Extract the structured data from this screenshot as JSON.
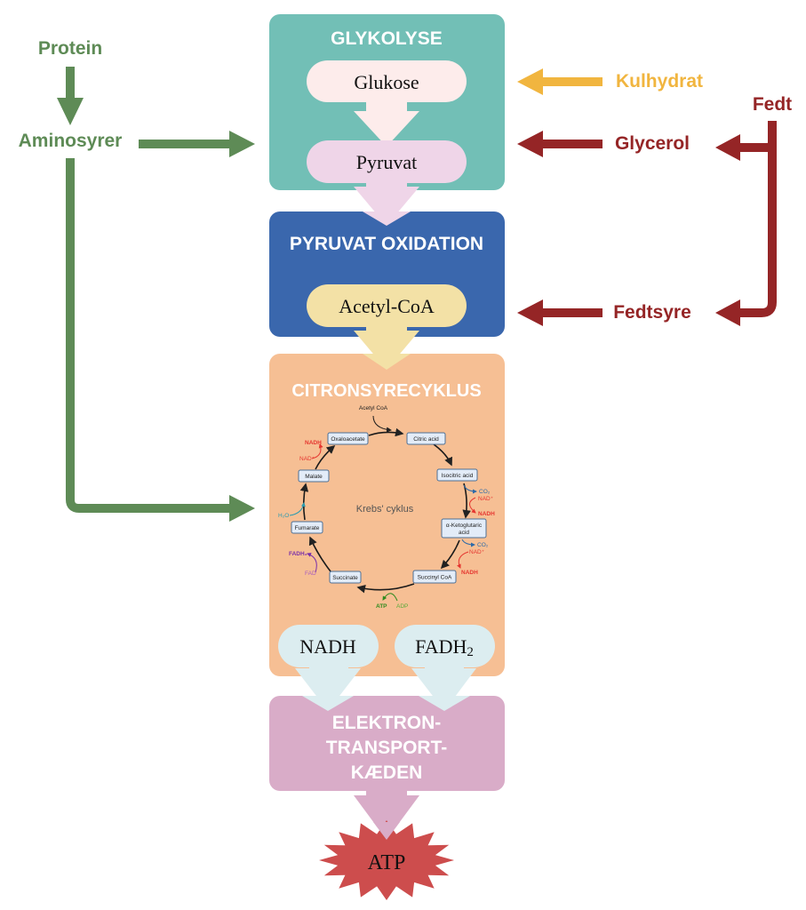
{
  "colors": {
    "glycolysis": "#72bfb6",
    "pyruvate_oxidation": "#3a67ad",
    "citric_cycle": "#f6bf94",
    "electron_transport": "#d9acc8",
    "atp": "#cd4d4d",
    "protein": "#5e8b56",
    "carb": "#f1b53f",
    "fat": "#952526",
    "glukose_pill": "#fdeceb",
    "pyruvat_pill": "#efd5e8",
    "acetyl_pill": "#f3e1a6",
    "carrier_pill": "#dcedf0",
    "enzyme_box": "#e3ecf8",
    "enzyme_border": "#4d6f95"
  },
  "stages": {
    "glycolysis": {
      "title": "GLYKOLYSE",
      "input": "Glukose",
      "output": "Pyruvat"
    },
    "pyruvate_oxidation": {
      "title": "PYRUVAT OXIDATION",
      "output": "Acetyl-CoA"
    },
    "citric_cycle": {
      "title": "CITRONSYRECYKLUS",
      "center_label": "Krebs' cyklus",
      "entry": "Acetyl CoA",
      "intermediates": [
        "Oxaloacetate",
        "Citric acid",
        "Isocitric acid",
        "α-Ketoglutaric acid",
        "Succinyl CoA",
        "Succinate",
        "Fumarate",
        "Malate"
      ],
      "cofactors": {
        "co2": "CO₂",
        "nad": "NAD⁺",
        "nadh": "NADH",
        "fad": "FAD",
        "fadh2": "FADH₂",
        "h2o": "H₂O",
        "atp": "ATP",
        "adp": "ADP"
      },
      "carriers": {
        "nadh": "NADH",
        "fadh2_base": "FADH",
        "fadh2_sub": "2"
      }
    },
    "electron_transport": {
      "title_lines": [
        "ELEKTRON-",
        "TRANSPORT-",
        "KÆDEN"
      ]
    },
    "product": "ATP"
  },
  "inputs": {
    "protein": "Protein",
    "aminosyrer": "Aminosyrer",
    "kulhydrat": "Kulhydrat",
    "fedt": "Fedt",
    "glycerol": "Glycerol",
    "fedtsyre": "Fedtsyre"
  }
}
